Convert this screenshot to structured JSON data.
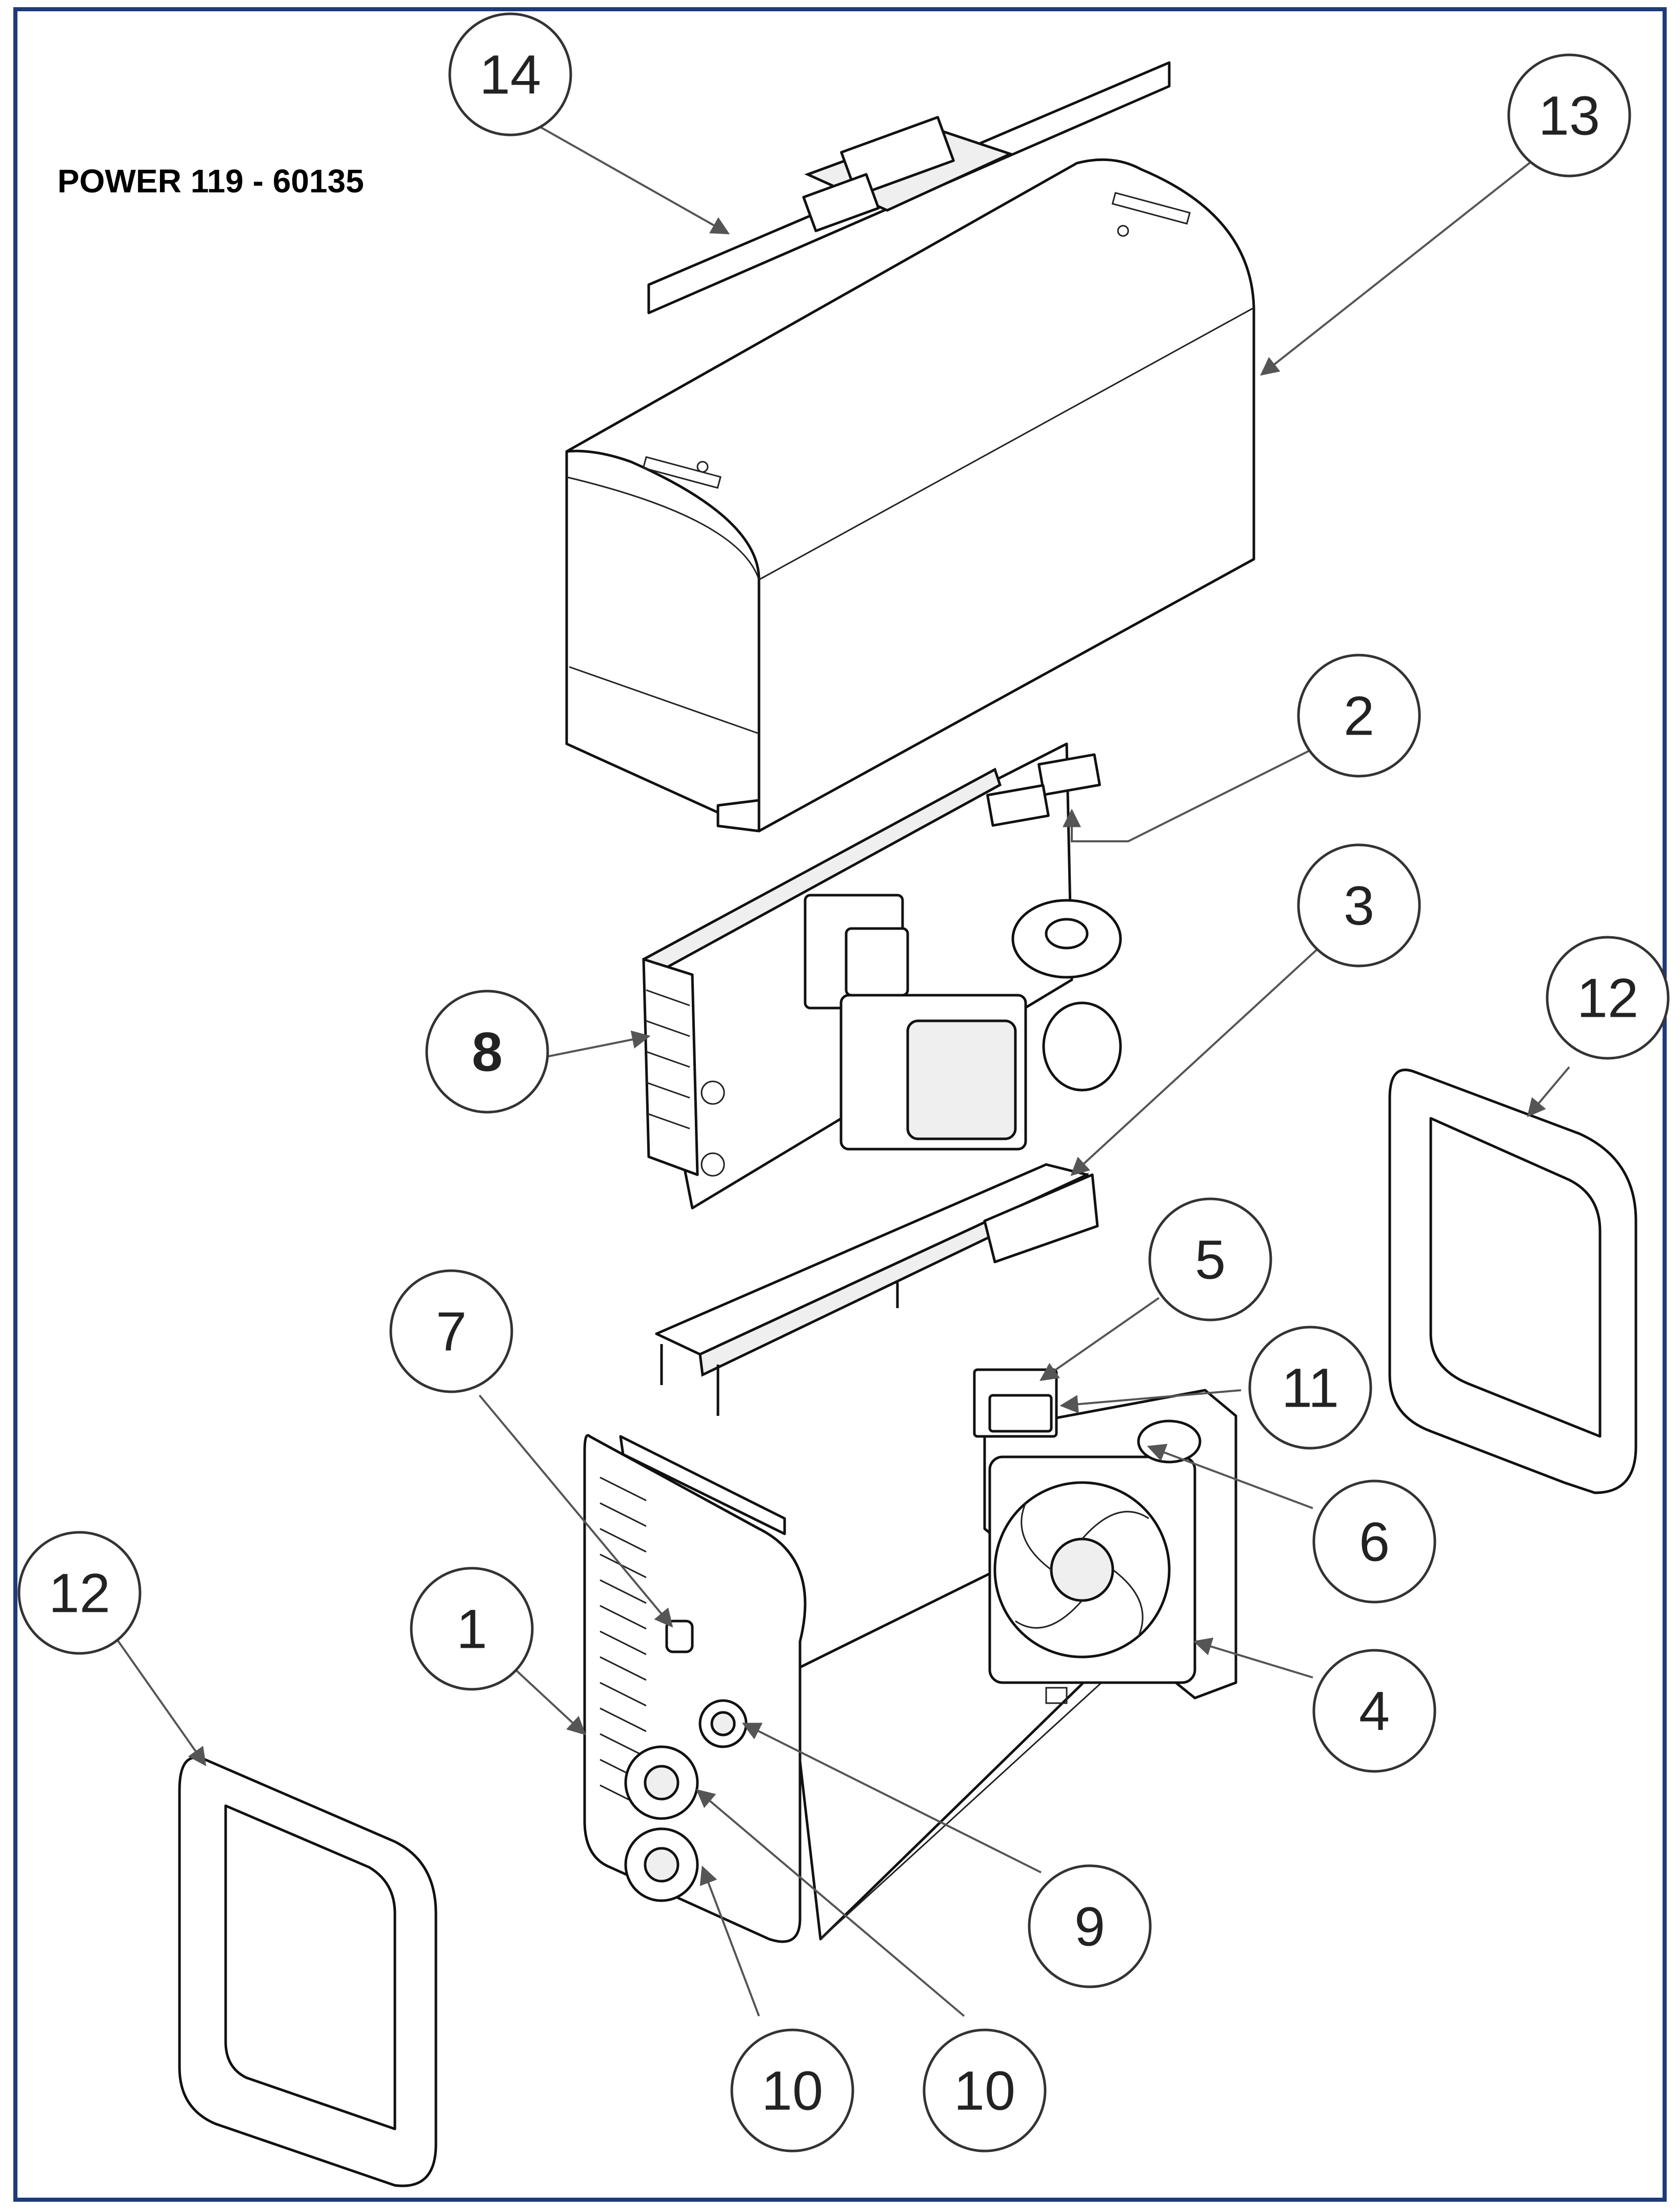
{
  "title": "POWER 119 - 60135",
  "callouts": [
    "14",
    "13",
    "2",
    "3",
    "8",
    "12",
    "5",
    "11",
    "7",
    "6",
    "1",
    "4",
    "12",
    "9",
    "10",
    "10"
  ],
  "colors": {
    "frame": "#1f3a7a",
    "ink": "#111111",
    "background": "#ffffff"
  }
}
